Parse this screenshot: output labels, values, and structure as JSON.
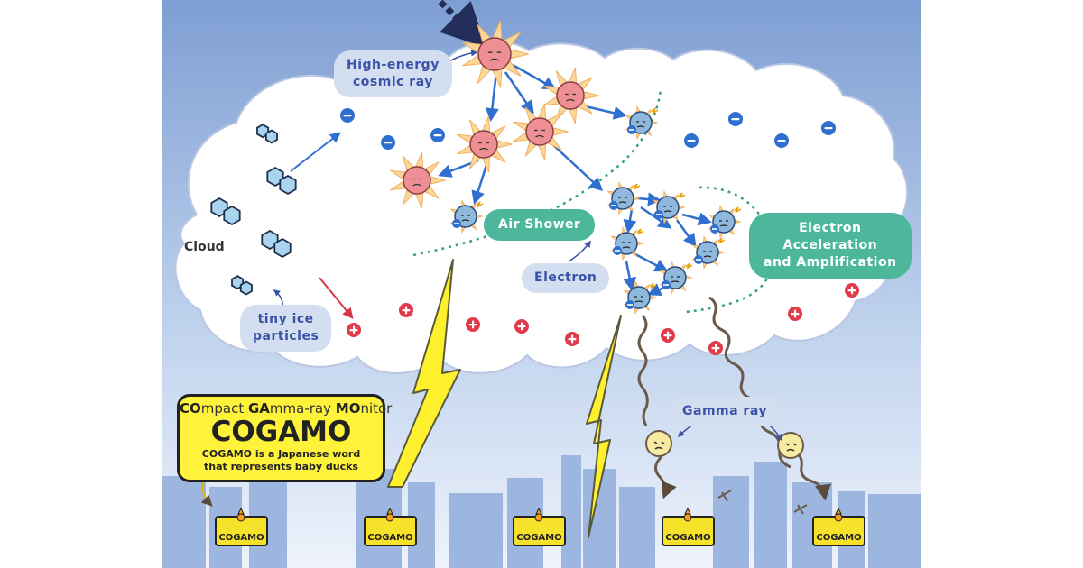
{
  "labels": {
    "high_energy_cosmic_ray": [
      "High-energy",
      "cosmic ray"
    ],
    "air_shower": "Air Shower",
    "electron": "Electron",
    "electron_acceleration": [
      "Electron",
      "Acceleration",
      "and Amplification"
    ],
    "cloud": "Cloud",
    "tiny_ice": [
      "tiny ice",
      "particles"
    ],
    "gamma_ray": "Gamma ray"
  },
  "cogamo_box": {
    "line1_parts": [
      {
        "text": "CO",
        "bold": true
      },
      {
        "text": "mpact ",
        "bold": false
      },
      {
        "text": "GA",
        "bold": true
      },
      {
        "text": "mma-ray ",
        "bold": false
      },
      {
        "text": "MO",
        "bold": true
      },
      {
        "text": "nitor",
        "bold": false
      }
    ],
    "title": "COGAMO",
    "desc": [
      "COGAMO is a Japanese word",
      "that represents baby ducks"
    ]
  },
  "detector_label": "COGAMO",
  "colors": {
    "sky_top": "#7e9ed3",
    "sky_bottom": "#eef3fb",
    "cloud": "#ffffff",
    "electron": "#2f6fd0",
    "positive": "#e23a4a",
    "lightning": "#fff02e",
    "detector": "#f7e22b",
    "green_label": "#4db79c"
  }
}
